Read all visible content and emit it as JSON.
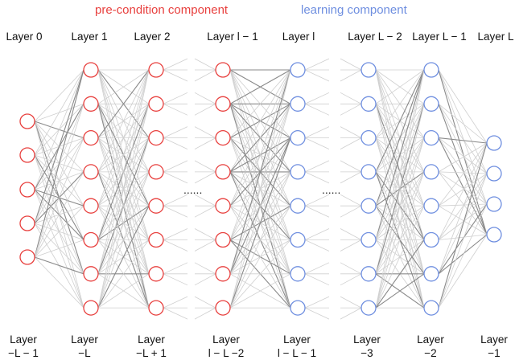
{
  "colors": {
    "pre": "#e8403e",
    "learn": "#6f8fe0",
    "edge_light": "#cfcfcf",
    "edge_dark": "#8a8a8a"
  },
  "components": {
    "pre_condition": "pre-condition component",
    "learning": "learning component"
  },
  "top_labels": [
    "Layer 0",
    "Layer 1",
    "Layer 2",
    "Layer l − 1",
    "Layer l",
    "Layer L − 2",
    "Layer L − 1",
    "Layer L"
  ],
  "bottom_labels": [
    {
      "line1": "Layer",
      "line2": "−L − 1"
    },
    {
      "line1": "Layer",
      "line2": "−L"
    },
    {
      "line1": "Layer",
      "line2": "−L + 1"
    },
    {
      "line1": "Layer",
      "line2": "l − L −2"
    },
    {
      "line1": "Layer",
      "line2": "l − L − 1"
    },
    {
      "line1": "Layer",
      "line2": "−3"
    },
    {
      "line1": "Layer",
      "line2": "−2"
    },
    {
      "line1": "Layer",
      "line2": "−1"
    }
  ],
  "ellipsis": "......",
  "layers": [
    {
      "nodes": 5,
      "group": "pre"
    },
    {
      "nodes": 8,
      "group": "pre"
    },
    {
      "nodes": 8,
      "group": "pre"
    },
    {
      "nodes": 8,
      "group": "pre"
    },
    {
      "nodes": 8,
      "group": "learn"
    },
    {
      "nodes": 8,
      "group": "learn"
    },
    {
      "nodes": 8,
      "group": "learn"
    },
    {
      "nodes": 4,
      "group": "learn"
    }
  ]
}
